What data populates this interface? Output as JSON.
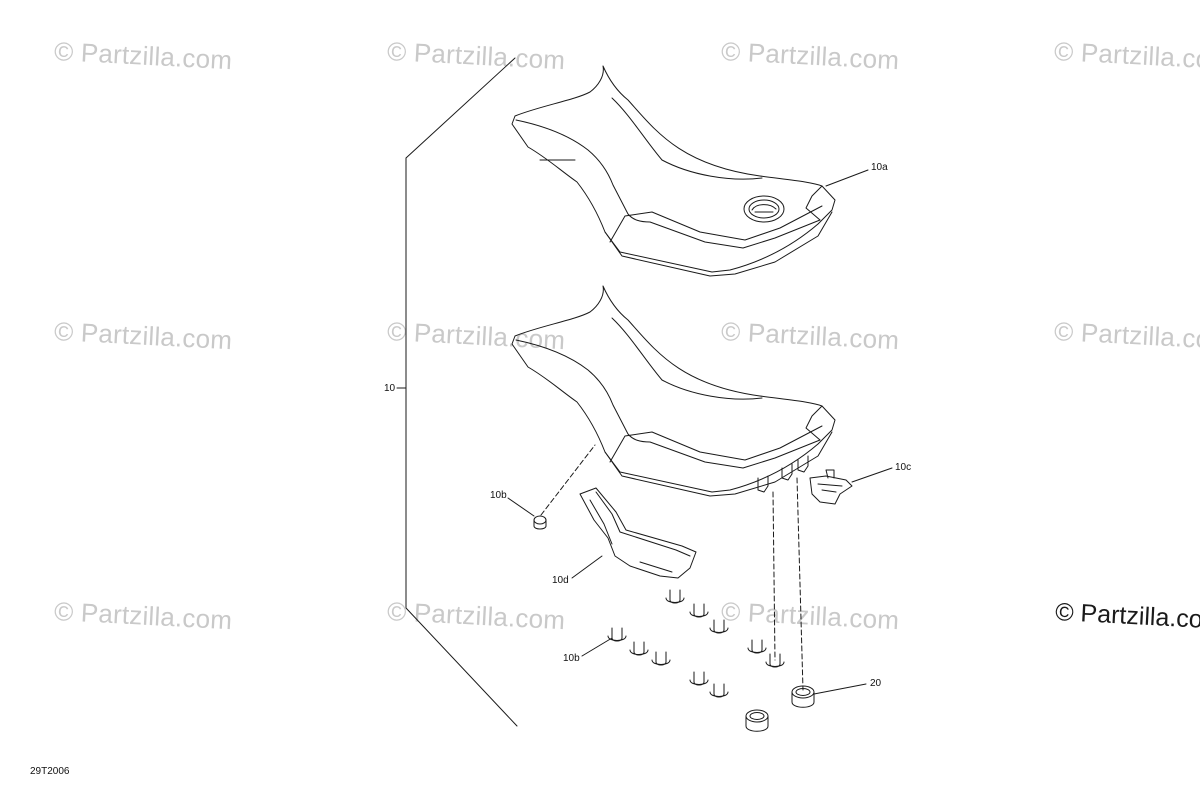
{
  "watermark": {
    "text": "© Partzilla.com"
  },
  "watermark_large": {
    "text": "© Partzilla.com"
  },
  "callouts": {
    "assembly": "10",
    "seat_cover": "10a",
    "grommet_single": "10b",
    "grommet_group": "10b",
    "latch": "10c",
    "foam_insert": "10d",
    "bumper": "20"
  },
  "diagram_id": "29T2006"
}
